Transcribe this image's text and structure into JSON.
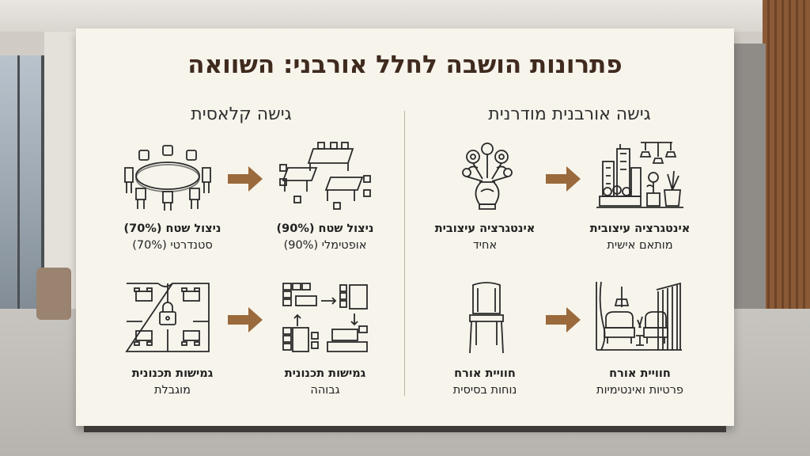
{
  "title": "פתרונות הושבה לחלל אורבני: השוואה",
  "left_column": {
    "heading": "גישה קלאסית",
    "rows": [
      {
        "from": {
          "label": "ניצול שטח (70%)",
          "sub": "סטנדרטי (70%)",
          "icon": "round-table-icon"
        },
        "to": {
          "label": "ניצול שטח (90%)",
          "sub": "אופטימלי (90%)",
          "icon": "square-tables-icon"
        }
      },
      {
        "from": {
          "label": "גמישות תכנונית",
          "sub": "מוגבלת",
          "icon": "locked-floorplan-icon"
        },
        "to": {
          "label": "גמישות תכנונית",
          "sub": "גבוהה",
          "icon": "flexible-floorplan-icon"
        }
      }
    ]
  },
  "right_column": {
    "heading": "גישה אורבנית מודרנית",
    "rows": [
      {
        "from": {
          "label": "אינטגרציה עיצובית",
          "sub": "אחיד",
          "icon": "flower-vase-icon"
        },
        "to": {
          "label": "אינטגרציה עיצובית",
          "sub": "מותאם אישית",
          "icon": "urban-decor-icon"
        }
      },
      {
        "from": {
          "label": "חוויית אורח",
          "sub": "נוחות בסיסית",
          "icon": "chair-icon"
        },
        "to": {
          "label": "חוויית אורח",
          "sub": "פרטיות ואינטימיות",
          "icon": "lounge-nook-icon"
        }
      }
    ]
  },
  "colors": {
    "arrow": "#9a6a3c",
    "title": "#3f2a1e",
    "board": "#f7f4ec"
  }
}
